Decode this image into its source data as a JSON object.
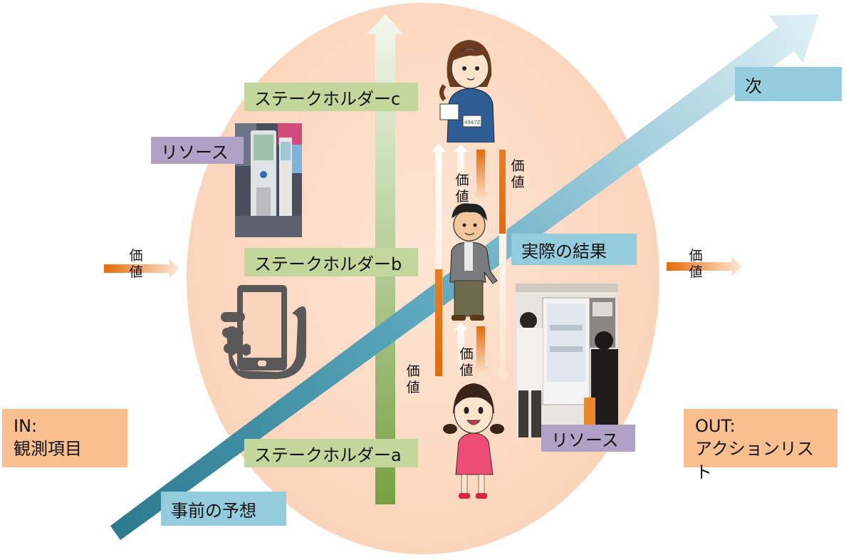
{
  "stakeholders": {
    "c": "ステークホルダーc",
    "b": "ステークホルダーb",
    "a": "ステークホルダーa"
  },
  "resources": {
    "left": "リソース",
    "right": "リソース"
  },
  "flow_labels": {
    "next": "次",
    "actual_result": "実際の結果",
    "prior_expectation": "事前の予想"
  },
  "io": {
    "in_title": "IN:",
    "in_body": "観測項目",
    "out_title": "OUT:",
    "out_body": "アクションリスト"
  },
  "value_label": "価\n値",
  "colors": {
    "stakeholder_box": "#c3d69b",
    "resource_box": "#b2a1c7",
    "flow_box": "#93cddd",
    "io_box": "#f9bf8f",
    "oval": "#fbd5bb",
    "diagonal_arrow": "#2e7f93",
    "value_arrow": "#e46c0a"
  }
}
